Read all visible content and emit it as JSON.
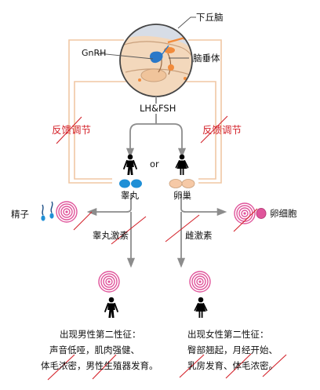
{
  "labels": {
    "hypothalamus": "下丘脑",
    "pituitary": "脑垂体",
    "gnrh": "GnRH",
    "lh_fsh": "LH&FSH",
    "feedback_left": "反馈调节",
    "feedback_right": "反馈调节",
    "or": "or",
    "testis": "睾丸",
    "ovary": "卵巢",
    "sperm": "精子",
    "egg": "卵细胞",
    "testosterone": "睾丸激素",
    "estrogen": "雌激素"
  },
  "male_traits": {
    "title": "出现男性第二性征：",
    "line1": "声音低哑，肌肉强健、",
    "line2": "体毛浓密，男性生殖器发育。"
  },
  "female_traits": {
    "title": "出现女性第二性征：",
    "line1": "臀部翘起，月经开始、",
    "line2": "乳房发育、体毛浓密。"
  },
  "colors": {
    "feedback_line": "#f0c7a4",
    "feedback_text": "#d4232b",
    "arrow_gray": "#8c8c8c",
    "target_pink": "#e0559b",
    "testis_blue": "#1f8fd6",
    "ovary_peach": "#f6c9a6",
    "brain_bg": "#d7dde6",
    "brain_tissue": "#f3d8bc",
    "pituitary_blue": "#2a78c8"
  },
  "icons": [
    "brain-section-icon",
    "male-figure-icon",
    "female-figure-icon",
    "target-icon",
    "sperm-icon",
    "egg-cell-icon"
  ]
}
